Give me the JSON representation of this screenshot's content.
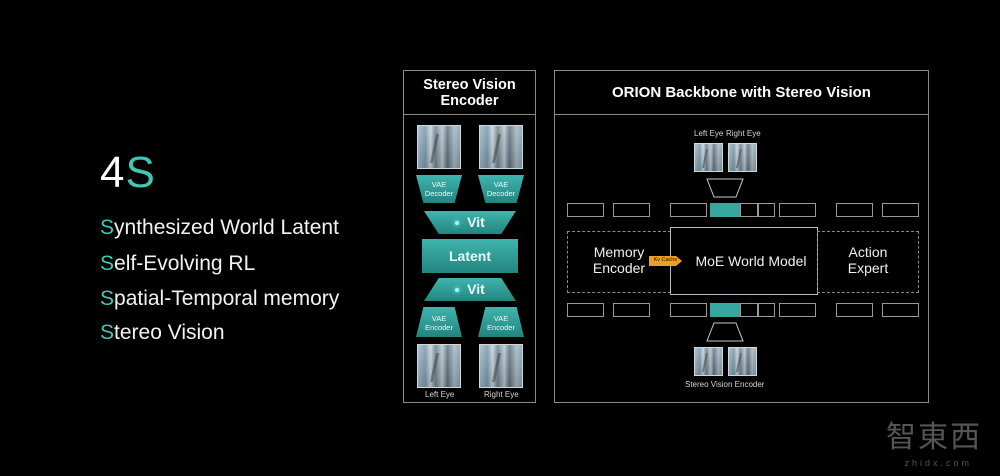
{
  "colors": {
    "accent": "#3ec8b8",
    "teal": "#2a9d94",
    "border": "#8a8a8a",
    "kv_cache": "#f0a020"
  },
  "left": {
    "title_main": "4",
    "title_accent": "S",
    "pillars": [
      {
        "first": "S",
        "rest": "ynthesized World Latent"
      },
      {
        "first": "S",
        "rest": "elf-Evolving RL"
      },
      {
        "first": "S",
        "rest": "patial-Temporal memory"
      },
      {
        "first": "S",
        "rest": "tereo Vision"
      }
    ]
  },
  "encoder": {
    "title_line1": "Stereo Vision",
    "title_line2": "Encoder",
    "vae_line1": "VAE",
    "vae_decoder": "Decoder",
    "vae_encoder": "Encoder",
    "vit": "Vit",
    "latent": "Latent",
    "left_eye": "Left Eye",
    "right_eye": "Right Eye"
  },
  "backbone": {
    "title": "ORION Backbone with Stereo Vision",
    "left_eye": "Left Eye",
    "right_eye": "Right Eye",
    "memory_line1": "Memory",
    "memory_line2": "Encoder",
    "kv_cache": "Kv Cache",
    "moe": "MoE World Model",
    "action_line1": "Action",
    "action_line2": "Expert",
    "bottom_label": "Stereo Vision Encoder"
  },
  "watermark": {
    "text": "智東西",
    "sub": "zhidx.com"
  }
}
